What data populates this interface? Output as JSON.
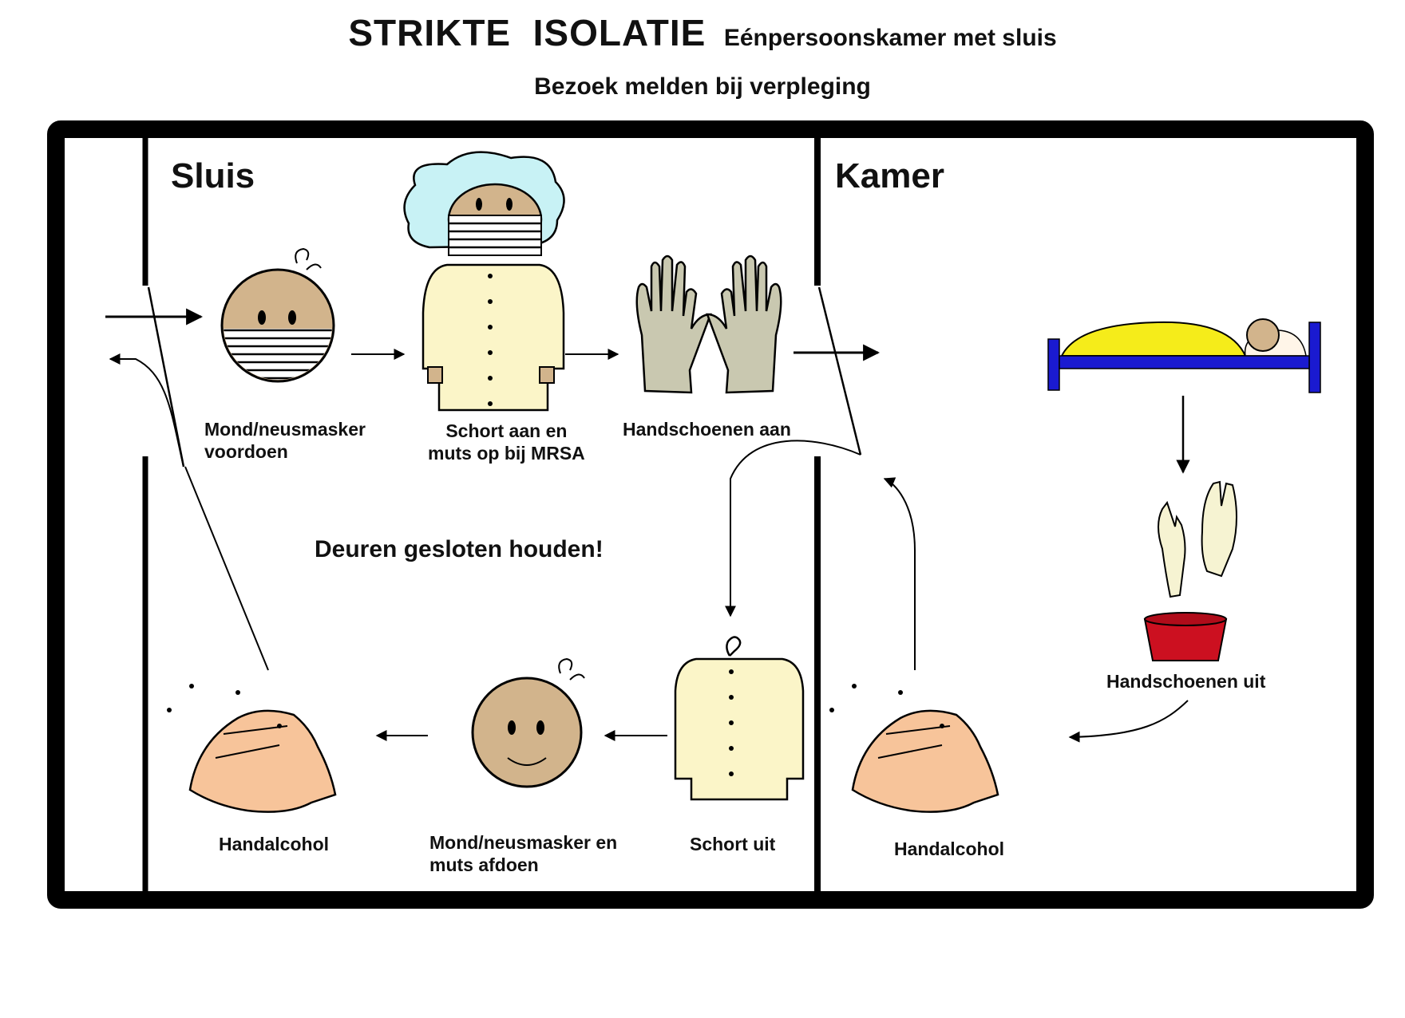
{
  "header": {
    "title": "STRIKTE  ISOLATIE",
    "subtitle": "Eénpersoonskamer met sluis",
    "subheading": "Bezoek melden bij verpleging"
  },
  "rooms": {
    "sluis": "Sluis",
    "kamer": "Kamer"
  },
  "warning": "Deuren gesloten houden!",
  "steps": {
    "mask_on": [
      "Mond/neusmasker",
      "voordoen"
    ],
    "gown_on": [
      "Schort aan en",
      "muts op bij MRSA"
    ],
    "gloves_on": "Handschoenen aan",
    "gloves_off": "Handschoenen uit",
    "hand_alcohol_room": "Handalcohol",
    "gown_off": "Schort uit",
    "mask_off": [
      "Mond/neusmasker en",
      "muts afdoen"
    ],
    "hand_alcohol_sluis": "Handalcohol"
  },
  "colors": {
    "frame": "#000000",
    "skin": "#d2b48c",
    "gown": "#fbf5c8",
    "cap": "#c8f2f5",
    "glove": "#c9c8b0",
    "hands": "#f7c49a",
    "blanket": "#f5ec1a",
    "bed": "#1a1ad0",
    "basin": "#cc1020"
  },
  "icons": [
    "mask-face-icon",
    "gown-cap-icon",
    "gloves-icon",
    "bed-patient-icon",
    "gloves-off-icon",
    "basin-icon",
    "hand-alcohol-icon",
    "gown-hanger-icon",
    "smiling-face-icon"
  ]
}
